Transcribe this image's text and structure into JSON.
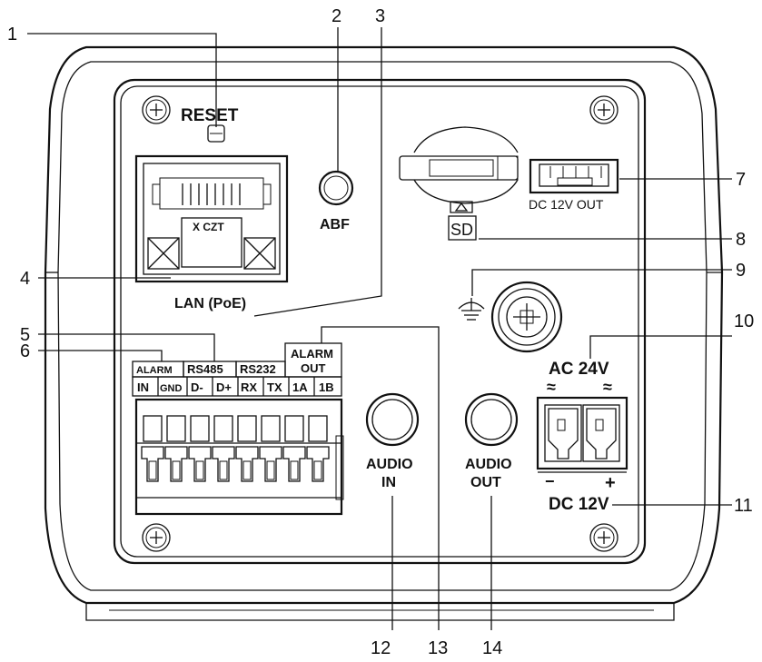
{
  "callouts": [
    "1",
    "2",
    "3",
    "4",
    "5",
    "6",
    "7",
    "8",
    "9",
    "10",
    "11",
    "12",
    "13",
    "14"
  ],
  "panel": {
    "reset": "RESET",
    "abf": "ABF",
    "lan": "LAN (PoE)",
    "dc_out": "DC 12V OUT",
    "sd": "SD",
    "ac24": "AC 24V",
    "dc12": "DC 12V",
    "audio_in": [
      "AUDIO",
      "IN"
    ],
    "audio_out": [
      "AUDIO",
      "OUT"
    ],
    "rj45_text": "X  CZT",
    "terminal_groups": [
      "ALARM",
      "RS485",
      "RS232"
    ],
    "alarm_out": [
      "ALARM",
      "OUT"
    ],
    "terminal_pins": [
      "IN",
      "GND",
      "D-",
      "D+",
      "RX",
      "TX",
      "1A",
      "1B"
    ],
    "ac_tilde": "≈",
    "minus": "−",
    "plus": "+"
  }
}
